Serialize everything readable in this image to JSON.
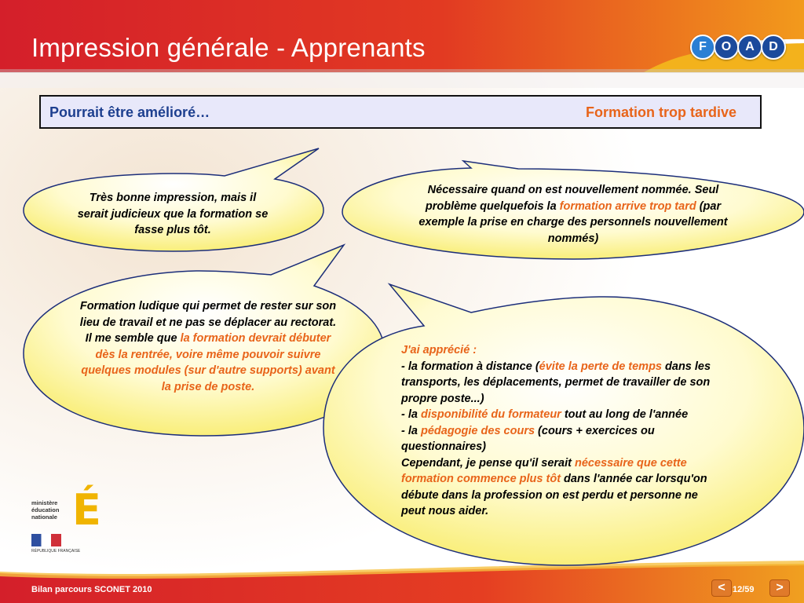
{
  "title": "Impression générale - Apprenants",
  "logo": {
    "letters": [
      "F",
      "O",
      "A",
      "D"
    ]
  },
  "banner": {
    "left": "Pourrait être amélioré…",
    "right": "Formation trop tardive"
  },
  "bubble1": {
    "text": "Très bonne impression, mais il serait judicieux que la formation se fasse plus tôt."
  },
  "bubble2": {
    "p1": "Nécessaire quand on est nouvellement nommée. Seul problème quelquefois la ",
    "hl1": "formation arrive trop tard",
    "p2": " (par exemple la prise en charge des personnels nouvellement nommés)"
  },
  "bubble3": {
    "p1": "Formation ludique qui permet de rester sur son lieu de travail et ne pas se déplacer au rectorat. Il me semble que ",
    "hl1": "la formation devrait débuter dès la rentrée, voire même pouvoir suivre quelques modules (sur d'autre supports) avant la prise de poste."
  },
  "bubble4": {
    "intro": "J'ai apprécié :",
    "l1a": "- la formation à distance (",
    "l1hl": "évite la perte de temps",
    "l1b": " dans les transports, les déplacements, permet de travailler de son propre poste...)",
    "l2a": "- la ",
    "l2hl": "disponibilité du formateur",
    "l2b": " tout au long de l'année",
    "l3a": "- la ",
    "l3hl": "pédagogie des cours",
    "l3b": " (cours + exercices ou questionnaires)",
    "l4a": "Cependant, je pense qu'il serait ",
    "l4hl": "nécessaire que cette formation commence plus tôt",
    "l4b": " dans l'année car lorsqu'on débute dans la profession on est perdu et personne ne peut nous aider."
  },
  "ministry": {
    "line1": "ministère",
    "line2": "éducation",
    "line3": "nationale",
    "e": "É",
    "rf": "RÉPUBLIQUE FRANÇAISE"
  },
  "footer": {
    "left": "Bilan parcours SCONET 2010",
    "prev": "<",
    "next": ">",
    "page": "12/59"
  },
  "colors": {
    "accent_red": "#d8202c",
    "accent_orange": "#e8641a",
    "banner_text": "#1d3f8f",
    "bubble_fill": "#fffcc0"
  }
}
